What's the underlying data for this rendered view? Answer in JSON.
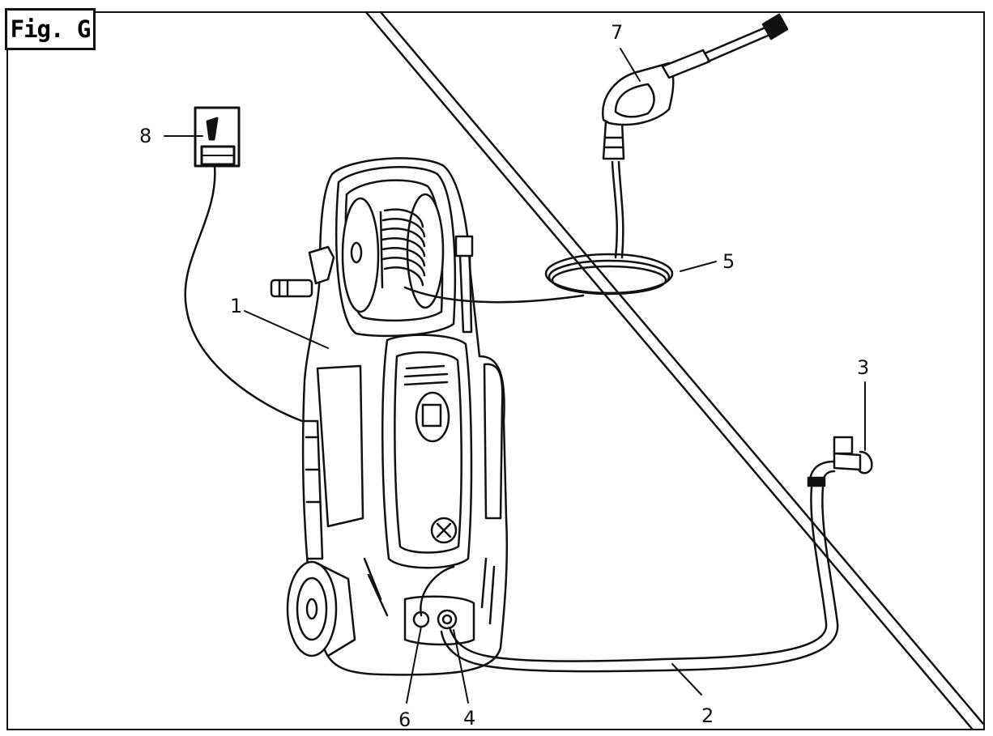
{
  "figure": {
    "label": "Fig. G"
  },
  "callouts": {
    "c1": "1",
    "c2": "2",
    "c3": "3",
    "c4": "4",
    "c5": "5",
    "c6": "6",
    "c7": "7",
    "c8": "8"
  },
  "colors": {
    "line": "#111111",
    "background": "#ffffff"
  }
}
